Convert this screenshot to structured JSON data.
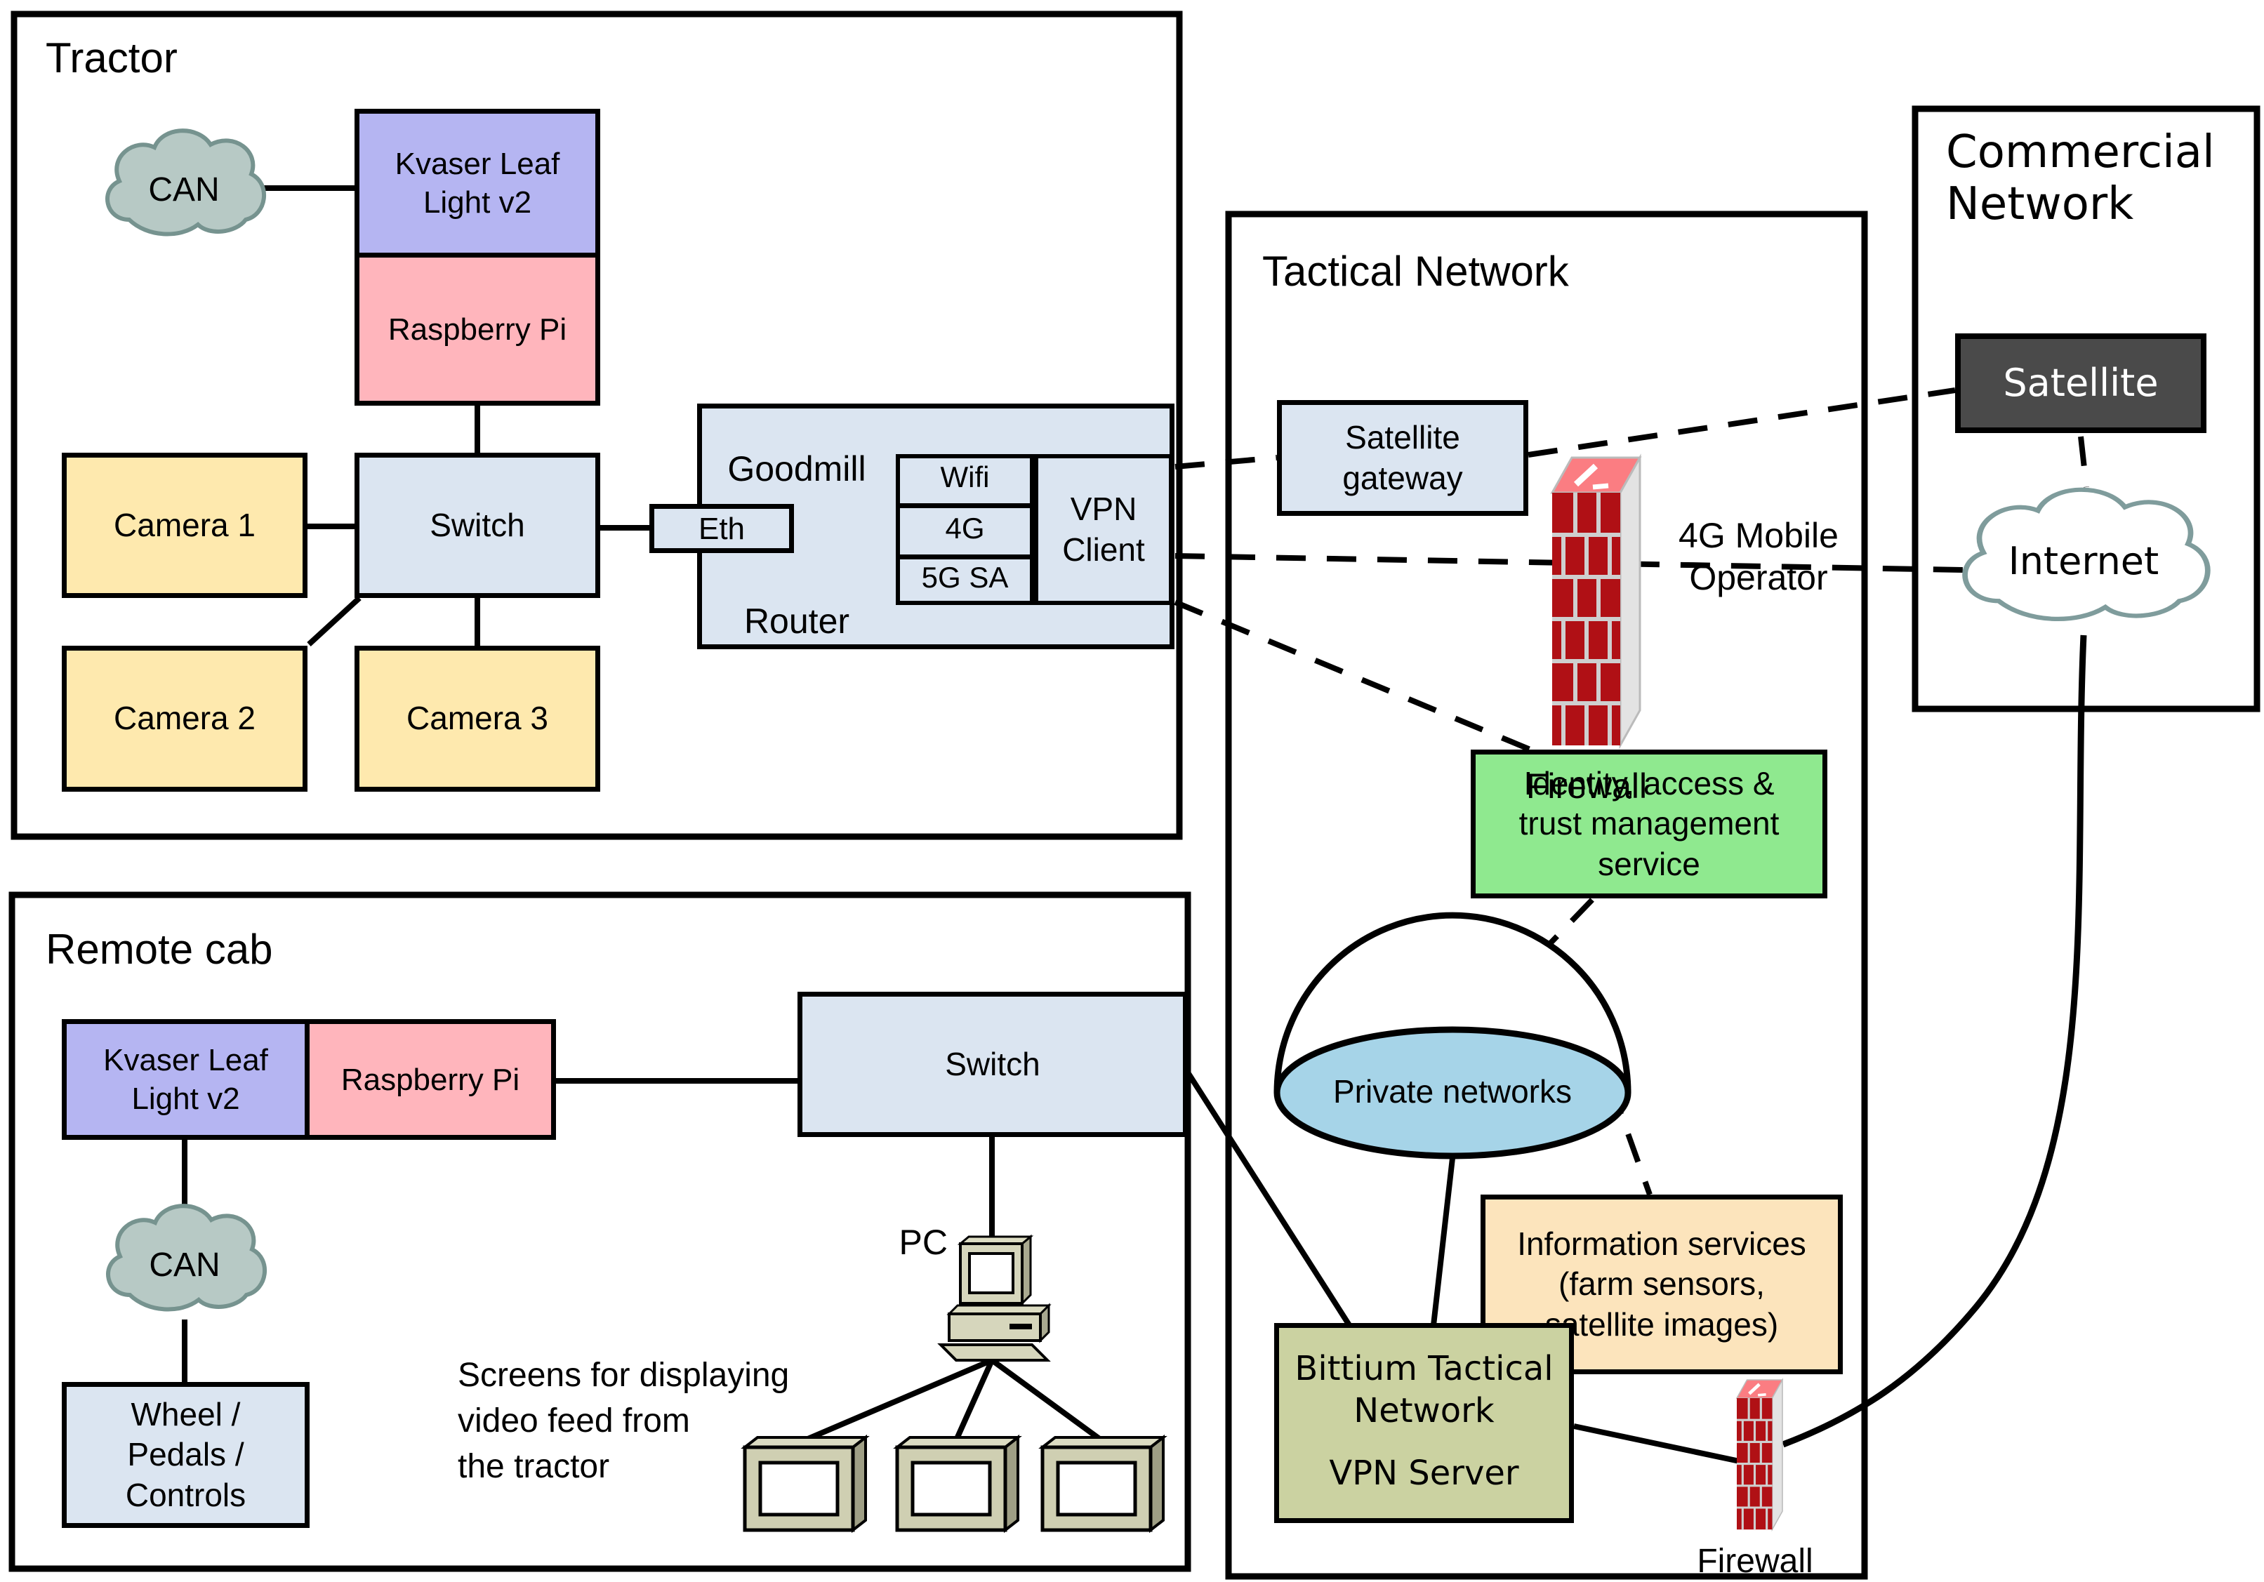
{
  "tractor": {
    "title": "Tractor",
    "can_label": "CAN",
    "kvaser": "Kvaser Leaf Light v2",
    "raspberry": "Raspberry Pi",
    "cameras": [
      "Camera 1",
      "Camera 2",
      "Camera 3"
    ],
    "switch": "Switch",
    "eth": "Eth",
    "goodmill_top": "Goodmill",
    "goodmill_bottom": "Router",
    "modems": [
      "Wifi",
      "4G",
      "5G SA"
    ],
    "vpn_client": "VPN Client"
  },
  "remote_cab": {
    "title": "Remote cab",
    "kvaser": "Kvaser Leaf Light v2",
    "raspberry": "Raspberry Pi",
    "can_label": "CAN",
    "wheel_controls": "Wheel / Pedals / Controls",
    "switch": "Switch",
    "pc_label": "PC",
    "screens_note": "Screens for displaying\nvideo feed from\nthe tractor"
  },
  "tactical": {
    "title": "Tactical Network",
    "satellite_gateway": "Satellite gateway",
    "firewall_main_label": "Firewall",
    "mobile_operator_label": "4G Mobile Operator",
    "identity_service": "Identity, access & trust management service",
    "private_networks": "Private networks",
    "information_services": "Information services (farm sensors, satellite images)",
    "bittium_name": "Bittium Tactical Network",
    "bittium_role": "VPN Server",
    "firewall_small_label": "Firewall"
  },
  "commercial": {
    "title": "Commercial Network",
    "satellite": "Satellite",
    "internet": "Internet"
  },
  "colors": {
    "node_blue": "#dbe5f1",
    "node_purple": "#b5b5f2",
    "node_pink": "#ffb5bc",
    "node_yellow": "#fee9ae",
    "node_green": "#8fe98f",
    "node_peach": "#fce4bc",
    "node_olive": "#cbd2a1",
    "satellite_dark": "#4a4a4a",
    "can_cloud_fill": "#b7c9c5",
    "can_cloud_stroke": "#76938f",
    "internet_cloud_stroke": "#7f9c9c",
    "private_networks_fill": "#a6d4e8",
    "firewall_brick": "#b01015",
    "firewall_cap": "#fb7d82",
    "line_color": "#000000"
  }
}
